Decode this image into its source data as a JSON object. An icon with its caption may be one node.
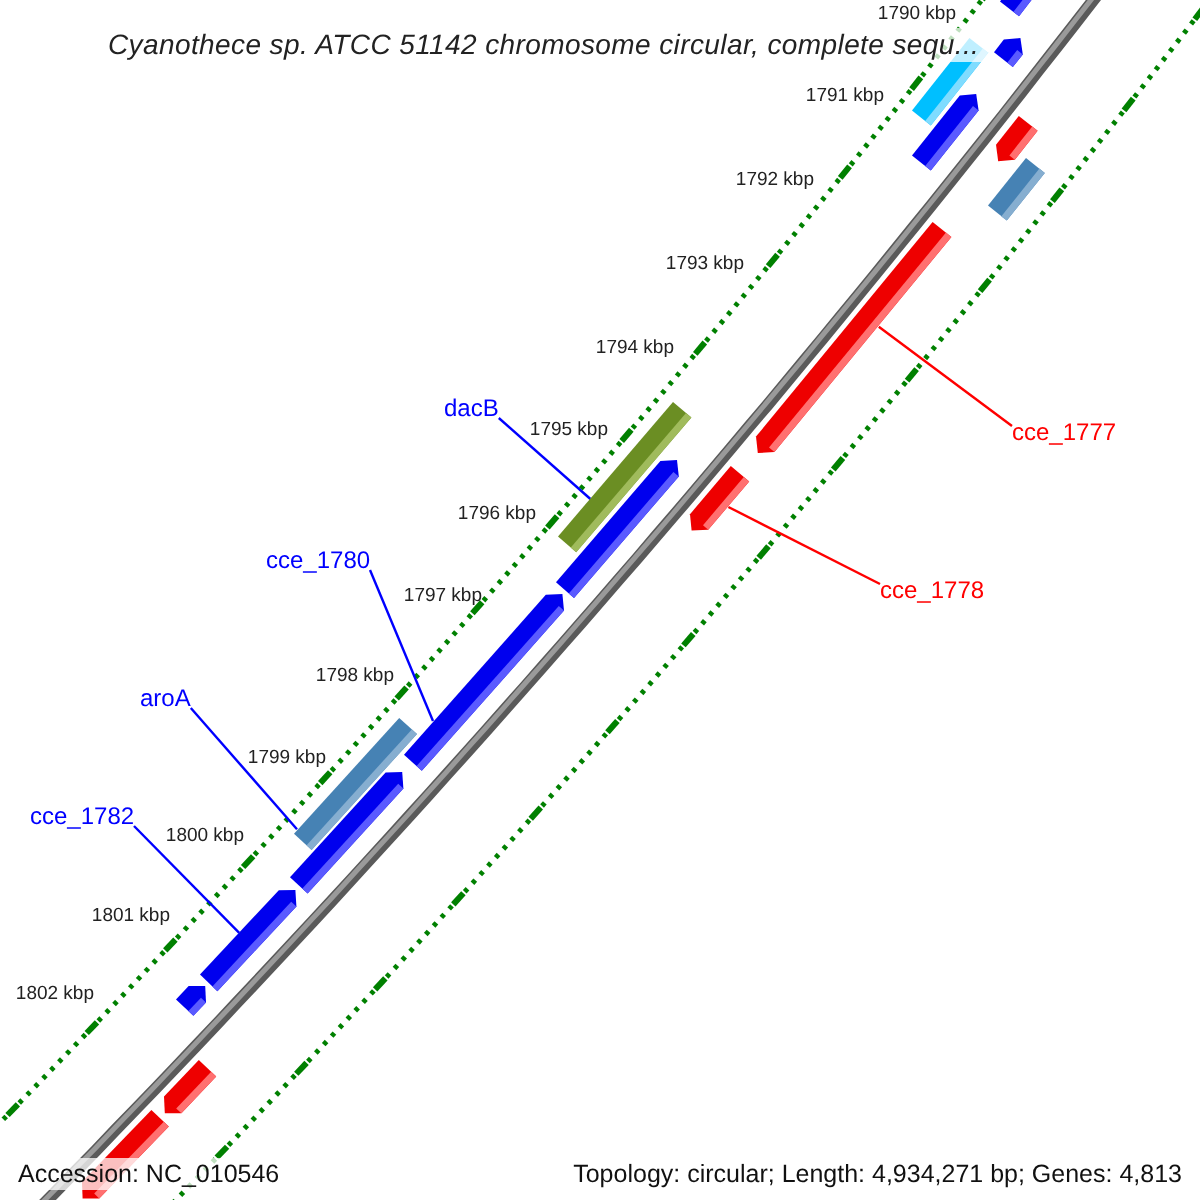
{
  "diagram": {
    "title": "Cyanothece sp. ATCC 51142 chromosome circular, complete sequ...",
    "nodes": [
      {
        "text": [
          "dacB"
        ]
      },
      {
        "text": [
          "cce_1777"
        ]
      },
      {
        "text": [
          "cce_1780"
        ]
      },
      {
        "text": [
          "cce_1778"
        ]
      },
      {
        "text": [
          "aroA"
        ]
      },
      {
        "text": [
          "cce_1782"
        ]
      },
      {
        "text": [],
        "shape": "pentagon"
      },
      {
        "text": [],
        "shape": "pentagon"
      },
      {
        "text": [],
        "shape": "bar"
      },
      {
        "text": [],
        "shape": "pentagon"
      },
      {
        "text": [],
        "shape": "pentagon"
      },
      {
        "text": [],
        "shape": "bar"
      },
      {
        "text": [],
        "shape": "pentagon"
      },
      {
        "text": [],
        "shape": "bar"
      },
      {
        "text": [],
        "shape": "pentagon"
      },
      {
        "text": [],
        "shape": "pentagon"
      },
      {
        "text": [],
        "shape": "pentagon"
      },
      {
        "text": [],
        "shape": "bar"
      },
      {
        "text": [],
        "shape": "pentagon"
      },
      {
        "text": [],
        "shape": "pentagon"
      },
      {
        "text": [],
        "shape": "pentagon"
      },
      {
        "text": [],
        "shape": "pentagon"
      },
      {
        "text": [],
        "shape": "pentagon"
      }
    ],
    "edges": [
      {
        "from": 0,
        "to": 13,
        "arrow": "none"
      },
      {
        "from": 1,
        "to": 12,
        "arrow": "none",
        "color": "#ff0000"
      },
      {
        "from": 2,
        "to": 16,
        "arrow": "none"
      },
      {
        "from": 3,
        "to": 14,
        "arrow": "none",
        "color": "#ff0000"
      },
      {
        "from": 4,
        "to": 17,
        "arrow": "none"
      },
      {
        "from": 5,
        "to": 19,
        "arrow": "none"
      }
    ],
    "labels": [
      "1790 kbp",
      "1791 kbp",
      "1792 kbp",
      "1793 kbp",
      "1794 kbp",
      "1795 kbp",
      "1796 kbp",
      "1797 kbp",
      "1798 kbp",
      "1799 kbp",
      "1800 kbp",
      "1801 kbp",
      "1802 kbp",
      "Accession: NC_010546",
      "Topology: circular; Length: 4,934,271 bp; Genes: 4,813"
    ]
  }
}
